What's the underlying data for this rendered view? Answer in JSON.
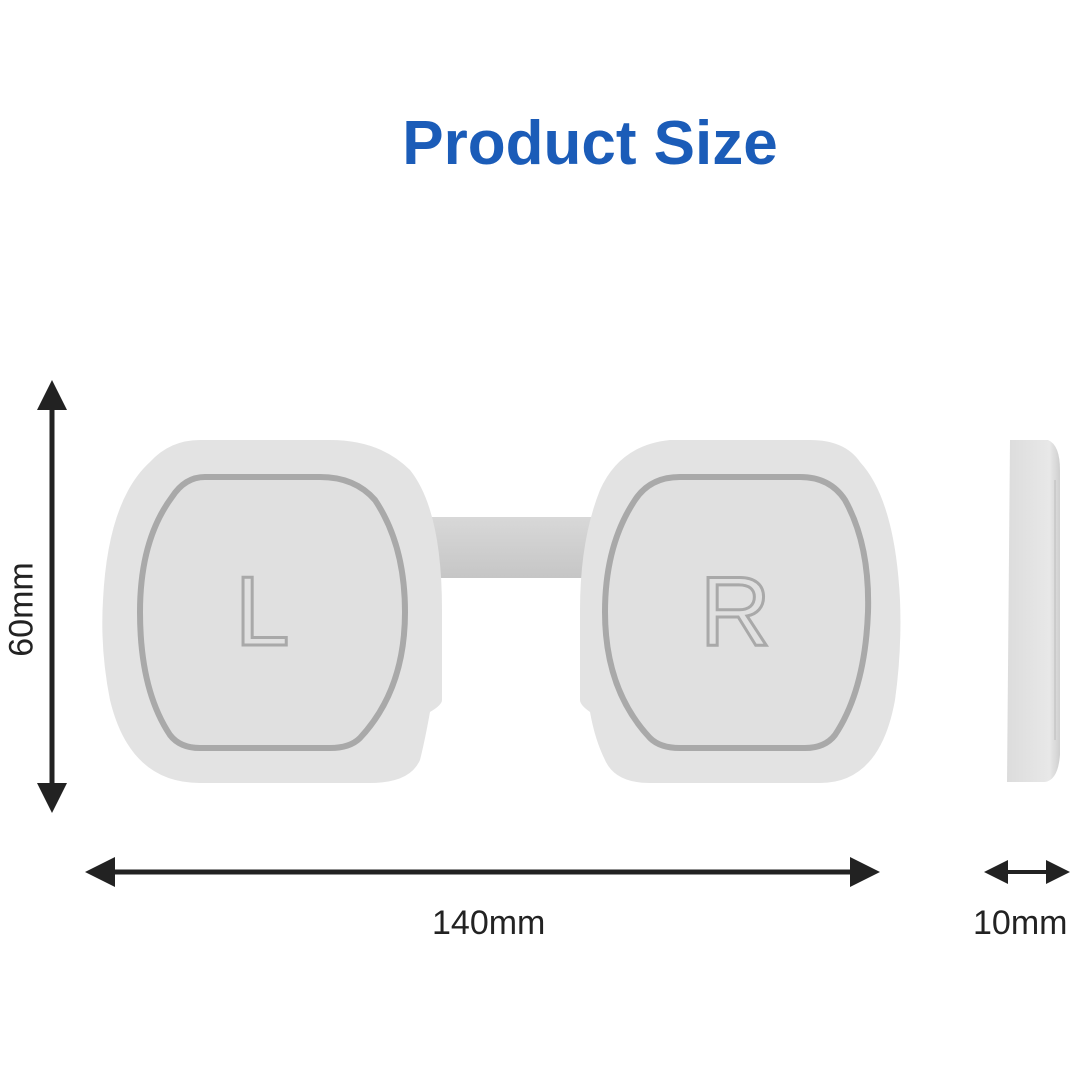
{
  "title": "Product Size",
  "product": {
    "left_mark": "L",
    "right_mark": "R"
  },
  "dimensions": {
    "height": "60mm",
    "width": "140mm",
    "depth": "10mm"
  },
  "colors": {
    "title": "#1b5cb8",
    "body": "#e2e2e2",
    "outline": "#a9a9a9",
    "arrow": "#222222"
  }
}
